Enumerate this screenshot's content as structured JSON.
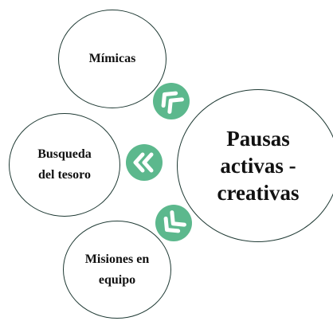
{
  "colors": {
    "accent": "#5cb88d",
    "circle_border": "#1f3a34",
    "text": "#111111"
  },
  "diagram": {
    "center": {
      "line1": "Pausas",
      "line2": "activas -",
      "line3": "creativas"
    },
    "nodes": {
      "mimicas": {
        "line1": "Mímicas"
      },
      "busqueda": {
        "line1": "Busqueda",
        "line2": "del tesoro"
      },
      "misiones": {
        "line1": "Misiones en",
        "line2": "equipo"
      }
    },
    "connectors": {
      "top": "double-chevron-up-left-icon",
      "mid": "double-chevron-left-icon",
      "bottom": "double-chevron-down-left-icon"
    }
  }
}
